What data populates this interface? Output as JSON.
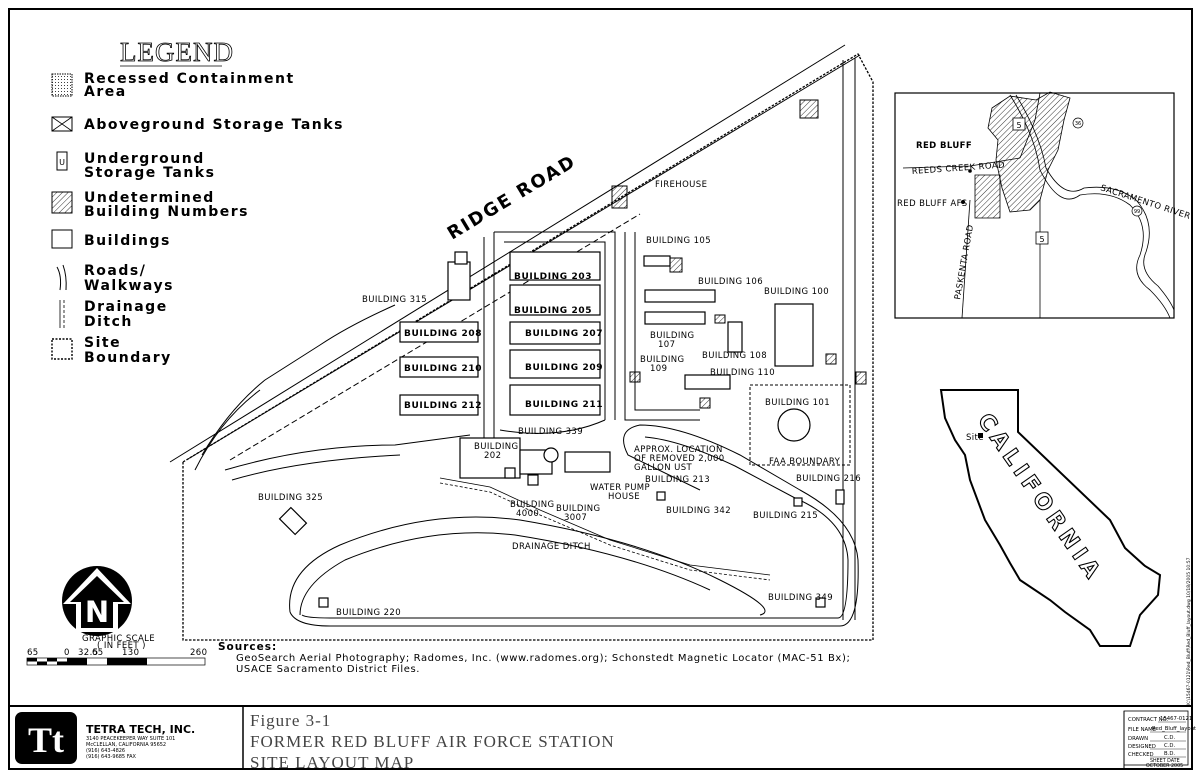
{
  "legend": {
    "title": "LEGEND",
    "items": [
      {
        "line1": "Recessed Containment",
        "line2": "Area",
        "icon": "recessed-containment-icon"
      },
      {
        "line1": "Aboveground Storage Tanks",
        "line2": "",
        "icon": "aboveground-tank-icon"
      },
      {
        "line1": "Underground",
        "line2": "Storage Tanks",
        "icon": "underground-tank-icon",
        "glyph": "U"
      },
      {
        "line1": "Undetermined",
        "line2": "Building Numbers",
        "icon": "hatched-building-icon"
      },
      {
        "line1": "Buildings",
        "line2": "",
        "icon": "building-icon"
      },
      {
        "line1": "Roads/",
        "line2": "Walkways",
        "icon": "road-icon"
      },
      {
        "line1": "Drainage",
        "line2": "Ditch",
        "icon": "drainage-ditch-icon"
      },
      {
        "line1": "Site",
        "line2": "Boundary",
        "icon": "site-boundary-icon"
      }
    ]
  },
  "map": {
    "road_name": "RIDGE ROAD",
    "labels": {
      "firehouse": "FIREHOUSE",
      "b105": "BUILDING 105",
      "b106": "BUILDING 106",
      "b100": "BUILDING 100",
      "b107a": "BUILDING",
      "b107b": "107",
      "b108": "BUILDING 108",
      "b109a": "BUILDING",
      "b109b": "109",
      "b110": "BUILDING 110",
      "b101": "BUILDING 101",
      "faa": "FAA BOUNDARY",
      "b203": "BUILDING 203",
      "b205": "BUILDING 205",
      "b207": "BUILDING 207",
      "b209": "BUILDING 209",
      "b211": "BUILDING 211",
      "b208": "BUILDING 208",
      "b210": "BUILDING 210",
      "b212": "BUILDING 212",
      "b315": "BUILDING 315",
      "b339": "BUILDING 339",
      "b202a": "BUILDING",
      "b202b": "202",
      "ust1": "APPROX. LOCATION",
      "ust2": "OF REMOVED 2,000",
      "ust3": "GALLON UST",
      "b213": "BUILDING 213",
      "pump1": "WATER PUMP",
      "pump2": "HOUSE",
      "b4000a": "BUILDING",
      "b4000b": "4000",
      "b3007a": "BUILDING",
      "b3007b": "3007",
      "b342": "BUILDING 342",
      "b215": "BUILDING 215",
      "b216": "BUILDING 216",
      "b325": "BUILDING 325",
      "ditch": "DRAINAGE DITCH",
      "b220": "BUILDING 220",
      "b349": "BUILDING 349"
    }
  },
  "inset": {
    "city": "RED BLUFF",
    "afs": "RED BLUFF AFS",
    "creek": "REEDS CREEK ROAD",
    "paskenta": "PASKENTA ROAD",
    "river": "SACRAMENTO RIVER",
    "i5a": "5",
    "i5b": "5",
    "h36": "36",
    "h99": "99",
    "state": "CALIFORNIA",
    "site": "Site"
  },
  "scale": {
    "title": "GRAPHIC SCALE",
    "unit": "( IN FEET )",
    "ticks": [
      "65",
      "0",
      "32.5",
      "65",
      "130",
      "260"
    ]
  },
  "north_letter": "N",
  "sources": {
    "title": "Sources:",
    "line1": "GeoSearch Aerial Photography; Radomes, Inc. (www.radomes.org); Schonstedt Magnetic Locator (MAC-51 Bx);",
    "line2": "USACE Sacramento District Files."
  },
  "title_block": {
    "company": "TETRA TECH, INC.",
    "address1": "3140 PEACEKEEPER WAY SUITE 101",
    "address2": "McCLELLAN, CALIFORNIA 95652",
    "phone": "(916) 643-4826",
    "fax": "(916) 643-9685 FAX",
    "figure": "Figure 3-1",
    "title1": "FORMER RED BLUFF AIR FORCE STATION",
    "title2": "SITE LAYOUT MAP",
    "contract_label": "CONTRACT NO.",
    "contract": "15467-0121",
    "file_label": "FILE NAME",
    "file": "Red_Bluff_layout",
    "drawn_label": "DRAWN",
    "drawn": "C.D.",
    "designed_label": "DESIGNED",
    "designed": "C.D.",
    "checked_label": "CHECKED",
    "checked": "B.D.",
    "sheet_label": "SHEET DATE",
    "date": "OCTOBER 2005"
  },
  "side_note": "K:\\15467-0121\\Red_Bluff\\Red_Bluff_layout.dwg   10/18/2005 10:57"
}
